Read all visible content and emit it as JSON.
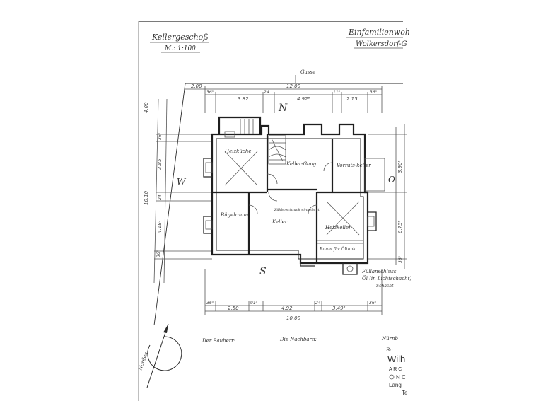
{
  "sheet": {
    "title": "Kellergeschoß",
    "scale": "M.: 1:100",
    "project_line1": "Einfamilienwoh",
    "project_line2": "Wolkersdorf-G",
    "top_label": "Gasse"
  },
  "compass": {
    "north": "N",
    "south": "S",
    "west": "W",
    "east": "O",
    "north_arrow_label": "Norden"
  },
  "dimensions_top": {
    "overall": "12.00",
    "left_offset": "2.00",
    "segments": [
      "36⁵",
      "3.82",
      "24",
      "4.92⁵",
      "11⁵",
      "2.15",
      "36⁵"
    ]
  },
  "dimensions_bottom": {
    "overall": "10.00",
    "segments": [
      "36⁵",
      "2.50",
      "91⁵",
      "4.92",
      "24",
      "3.49⁵",
      "36⁵"
    ]
  },
  "dimensions_left": [
    "4.00",
    "10.10",
    "36⁵",
    "3.85",
    "24",
    "4.18⁵",
    "36⁵"
  ],
  "dimensions_right": [
    "3.90⁵",
    "6.75⁵",
    "36⁵"
  ],
  "rooms": [
    "Heizküche",
    "Keller-Gang",
    "Vorrats-keller",
    "Bügelraum",
    "Keller",
    "Heizkeller",
    "Raum für Öltank",
    "Zählerschrank eingebaut"
  ],
  "notes": {
    "fill_pipe_1": "Füllanschluss",
    "fill_pipe_2": "Öl (in Lichtschacht)",
    "fill_pipe_3": "Schacht",
    "builder": "Der Bauherr:",
    "planner": "Die Nachbarn:",
    "right_note": "Nürnb",
    "right_note2": "Bo"
  },
  "stamp": {
    "name": "Wilh",
    "line2": "A R C",
    "line3": "N C",
    "line4": "Lang",
    "line5": "Te"
  }
}
